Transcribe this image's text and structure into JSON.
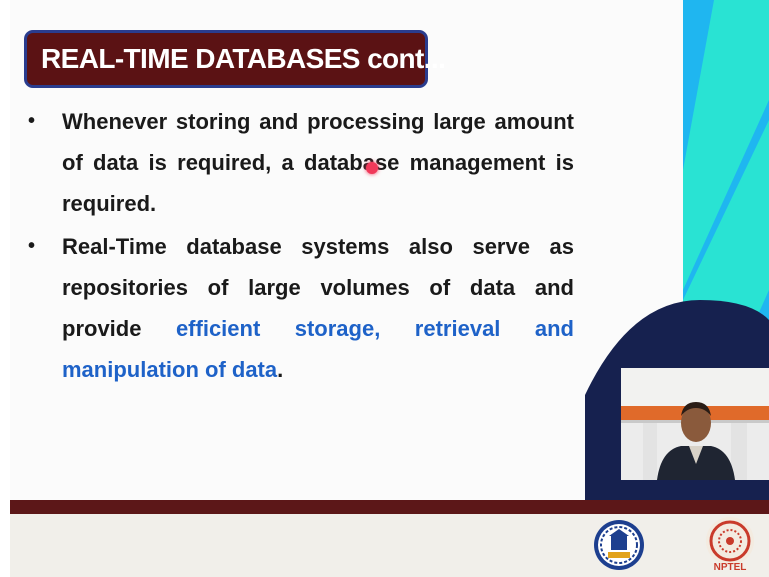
{
  "slide": {
    "title": "REAL-TIME DATABASES cont...",
    "bullet_marker": "•",
    "bullets": [
      {
        "text": "Whenever storing and processing large amount of data is required, a database management is required."
      },
      {
        "text_plain": "Real-Time database systems also serve as repositories of large volumes of data and provide",
        "highlight": "efficient storage, retrieval and manipulation of data",
        "suffix": "."
      }
    ]
  },
  "footer": {
    "logos": [
      "iit-kharagpur-emblem-icon",
      "nptel-logo-icon"
    ],
    "nptel_label": "NPTEL"
  },
  "colors": {
    "title_bg": "#5b1214",
    "title_border": "#2a3c8e",
    "highlight_text": "#1e62c8",
    "accent_cyan": "#29e3d3",
    "accent_blue": "#1fb6f0",
    "navy": "#16214f",
    "footer_bar": "#5c1718"
  }
}
